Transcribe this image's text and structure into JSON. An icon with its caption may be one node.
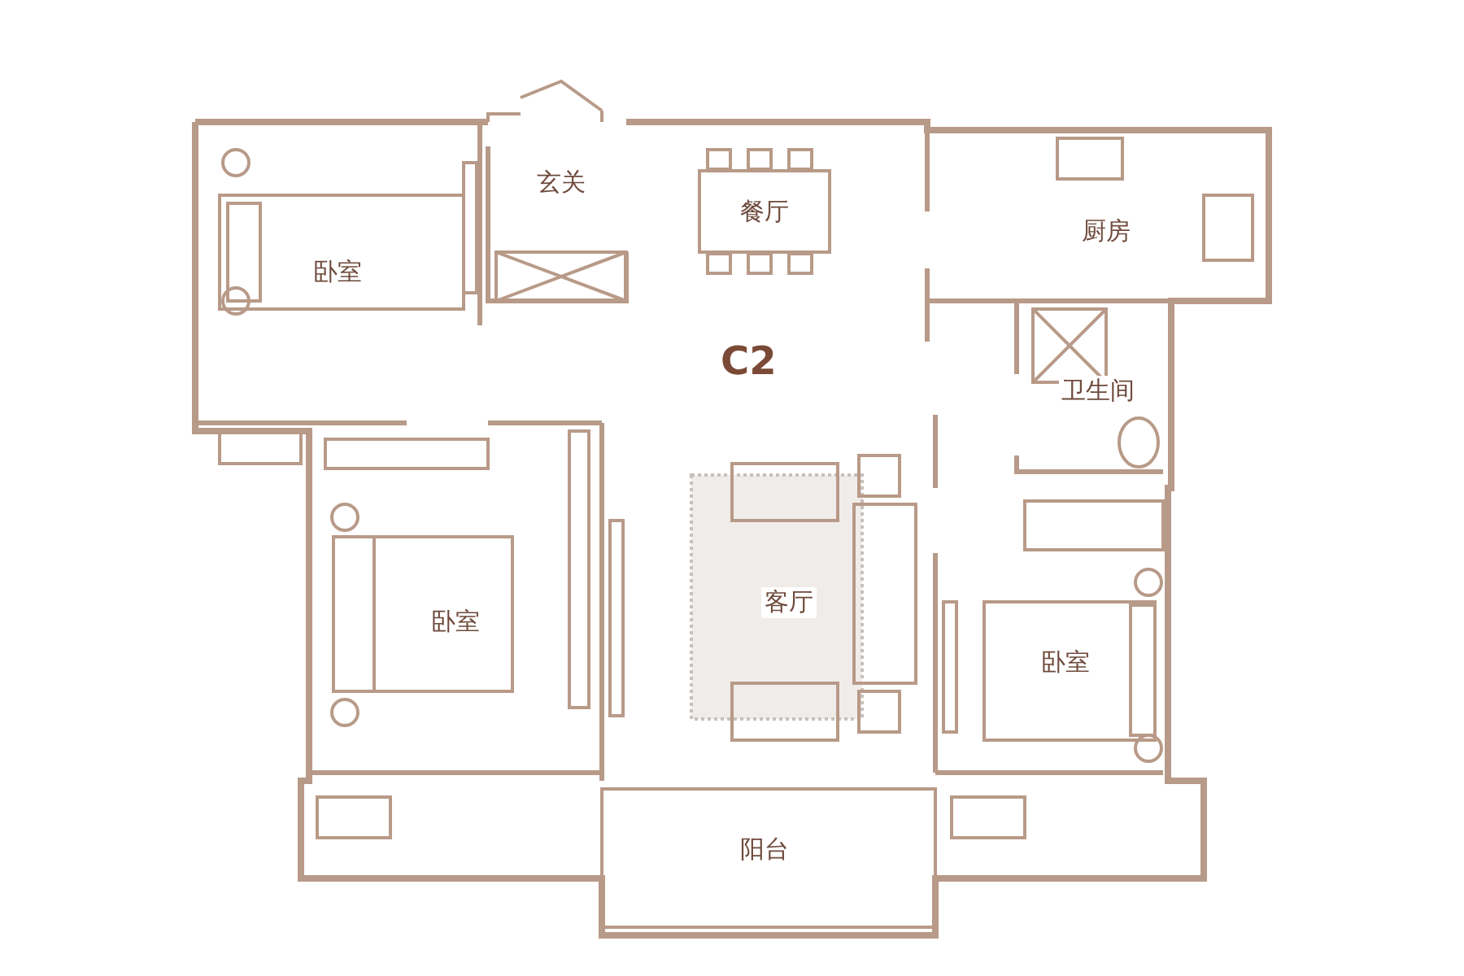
{
  "diagram": {
    "nodes": [
      {
        "text": [
          "卧室"
        ]
      },
      {
        "text": [
          "玄关"
        ]
      },
      {
        "text": [
          "餐厅"
        ]
      },
      {
        "text": [
          "厨房"
        ]
      },
      {
        "text": [
          "卫生间"
        ]
      },
      {
        "text": [
          "卧室"
        ]
      },
      {
        "text": [
          "客厅"
        ]
      },
      {
        "text": [
          "卧室"
        ]
      },
      {
        "text": [
          "阳台"
        ]
      }
    ],
    "labels": [
      "C2"
    ]
  }
}
